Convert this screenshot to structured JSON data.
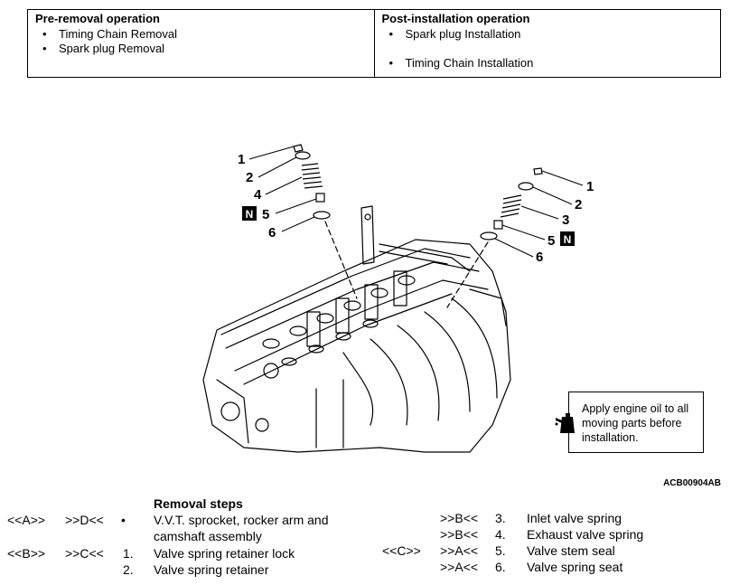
{
  "operations": {
    "pre_removal": {
      "heading": "Pre-removal operation",
      "items": [
        "Timing Chain Removal",
        "Spark plug Removal"
      ]
    },
    "post_installation": {
      "heading": "Post-installation operation",
      "items": [
        "Spark plug Installation",
        "Timing Chain Installation"
      ]
    }
  },
  "diagram": {
    "left_callouts": [
      "1",
      "2",
      "4",
      "5",
      "6"
    ],
    "right_callouts": [
      "1",
      "2",
      "3",
      "5",
      "6"
    ],
    "n_badge": "N",
    "figure_code": "ACB00904AB"
  },
  "note": {
    "text": "Apply engine oil to all moving parts before installation.",
    "icon": "oil-can-icon"
  },
  "removal": {
    "heading": "Removal steps",
    "left": [
      {
        "pre": "<<A>>",
        "post": ">>D<<",
        "num": "•",
        "text": "V.V.T. sprocket, rocker arm and",
        "text2": "camshaft assembly"
      },
      {
        "pre": "<<B>>",
        "post": ">>C<<",
        "num": "1.",
        "text": "Valve spring retainer lock"
      },
      {
        "pre": "",
        "post": "",
        "num": "2.",
        "text": "Valve spring retainer"
      }
    ],
    "right": [
      {
        "pre": "",
        "post": ">>B<<",
        "num": "3.",
        "text": "Inlet valve spring"
      },
      {
        "pre": "",
        "post": ">>B<<",
        "num": "4.",
        "text": "Exhaust valve spring"
      },
      {
        "pre": "<<C>>",
        "post": ">>A<<",
        "num": "5.",
        "text": "Valve stem seal"
      },
      {
        "pre": "",
        "post": ">>A<<",
        "num": "6.",
        "text": "Valve spring seat"
      }
    ]
  }
}
